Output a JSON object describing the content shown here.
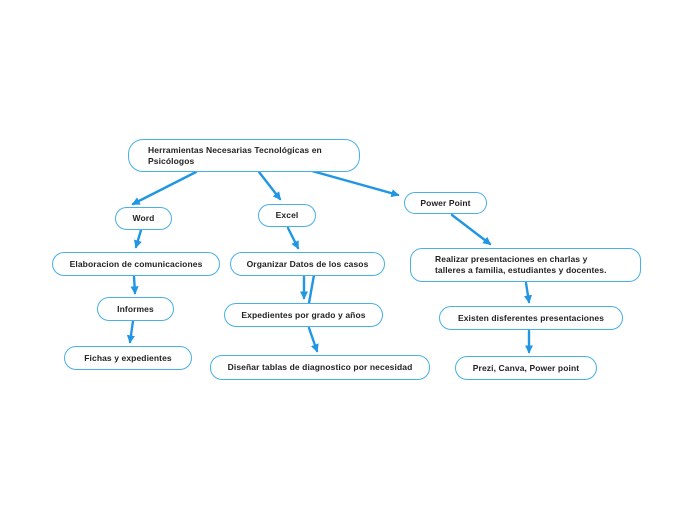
{
  "app": {
    "type": "mind-map-diagram",
    "background": "#ffffff"
  },
  "colors": {
    "node_border": "#47b0e6",
    "node_fill": "#ffffff",
    "connector": "#2196e3",
    "text": "#222222"
  },
  "mindmap": {
    "nodes": {
      "root": {
        "label": "Herramientas Necesarias Tecnológicas en\nPsicólogos"
      },
      "word": {
        "label": "Word"
      },
      "excel": {
        "label": "Excel"
      },
      "powerpoint": {
        "label": "Power Point"
      },
      "elaboracion": {
        "label": "Elaboracion de comunicaciones"
      },
      "organizar": {
        "label": "Organizar Datos de los casos"
      },
      "realizar": {
        "label": "Realizar presentaciones en charlas y\ntalleres a familia, estudiantes y docentes."
      },
      "informes": {
        "label": "Informes"
      },
      "expedientes": {
        "label": "Expedientes por grado y años"
      },
      "existen": {
        "label": "Existen disferentes presentaciones"
      },
      "fichas": {
        "label": "Fichas y expedientes"
      },
      "disenar": {
        "label": "Diseñar tablas de diagnostico por necesidad"
      },
      "prezi": {
        "label": "Prezi, Canva, Power point"
      }
    },
    "edges": [
      {
        "from": "root",
        "to": "word"
      },
      {
        "from": "root",
        "to": "excel"
      },
      {
        "from": "root",
        "to": "powerpoint"
      },
      {
        "from": "word",
        "to": "elaboracion"
      },
      {
        "from": "elaboracion",
        "to": "informes"
      },
      {
        "from": "informes",
        "to": "fichas"
      },
      {
        "from": "excel",
        "to": "organizar"
      },
      {
        "from": "organizar",
        "to": "expedientes"
      },
      {
        "from": "organizar",
        "to": "expedientes"
      },
      {
        "from": "expedientes",
        "to": "disenar"
      },
      {
        "from": "powerpoint",
        "to": "realizar"
      },
      {
        "from": "realizar",
        "to": "existen"
      },
      {
        "from": "existen",
        "to": "prezi"
      }
    ]
  }
}
